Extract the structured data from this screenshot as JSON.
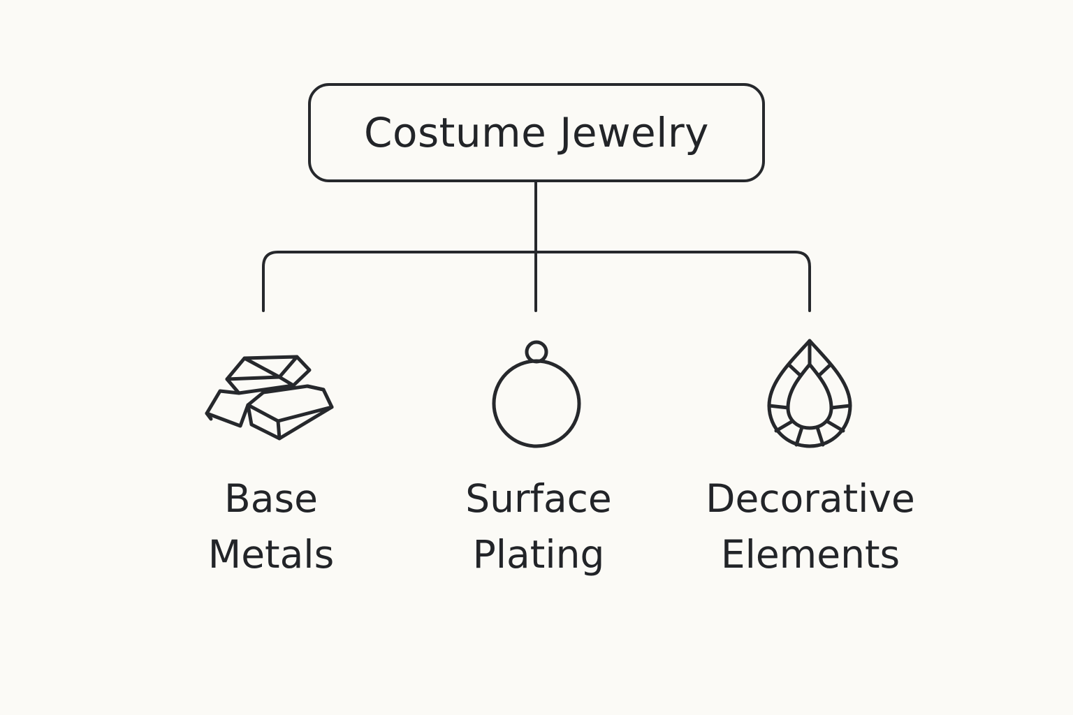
{
  "root": {
    "label": "Costume Jewelry"
  },
  "children": [
    {
      "line1": "Base",
      "line2": "Metals",
      "icon": "metal-bars-icon"
    },
    {
      "line1": "Surface",
      "line2": "Plating",
      "icon": "pendant-ring-icon"
    },
    {
      "line1": "Decorative",
      "line2": "Elements",
      "icon": "gemstone-drop-icon"
    }
  ],
  "colors": {
    "background": "#fbfaf6",
    "stroke": "#26282c",
    "text": "#222428"
  }
}
